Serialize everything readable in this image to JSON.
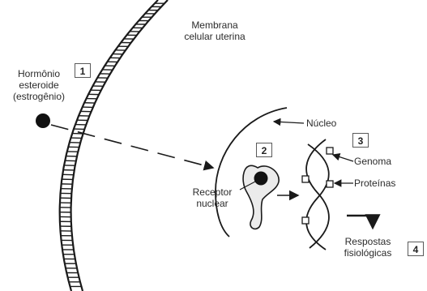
{
  "labels": {
    "membrane": [
      "Membrana",
      "celular uterina"
    ],
    "hormone": [
      "Hormônio",
      "esteroide"
    ],
    "hormone_sub": "(estrogênio)",
    "nucleus": "Núcleo",
    "receptor": [
      "Receptor",
      "nuclear"
    ],
    "genome": "Genoma",
    "proteins": "Proteínas",
    "responses": [
      "Respostas",
      "fisiológicas"
    ]
  },
  "steps": [
    "1",
    "2",
    "3",
    "4"
  ],
  "colors": {
    "ink": "#1a1a1a",
    "text": "#2b2b2b",
    "background": "#ffffff"
  }
}
